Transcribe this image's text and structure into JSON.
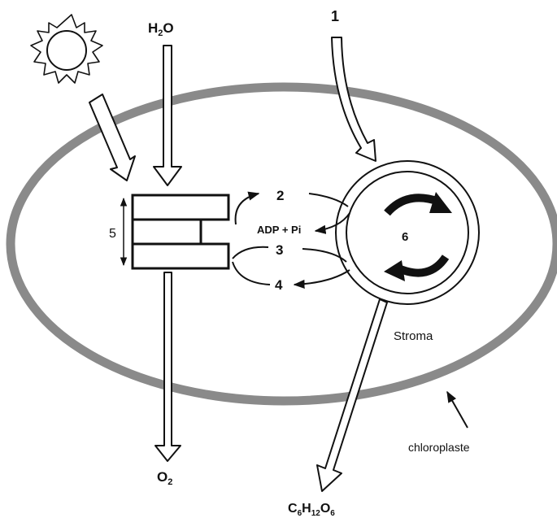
{
  "labels": {
    "water_main": "H",
    "water_sub": "2",
    "water_tail": "O",
    "label_1": "1",
    "label_2": "2",
    "label_3": "3",
    "label_4": "4",
    "label_5": "5",
    "label_6": "6",
    "adp": "ADP + Pi",
    "stroma": "Stroma",
    "chloroplast": "chloroplaste",
    "oxygen_main": "O",
    "oxygen_sub": "2",
    "glucose_c": "C",
    "glucose_c_sub": "6",
    "glucose_h": "H",
    "glucose_h_sub": "12",
    "glucose_o": "O",
    "glucose_o_sub": "6"
  },
  "colors": {
    "membrane": "#8a8a8a",
    "stroke": "#111111",
    "background": "#ffffff"
  }
}
